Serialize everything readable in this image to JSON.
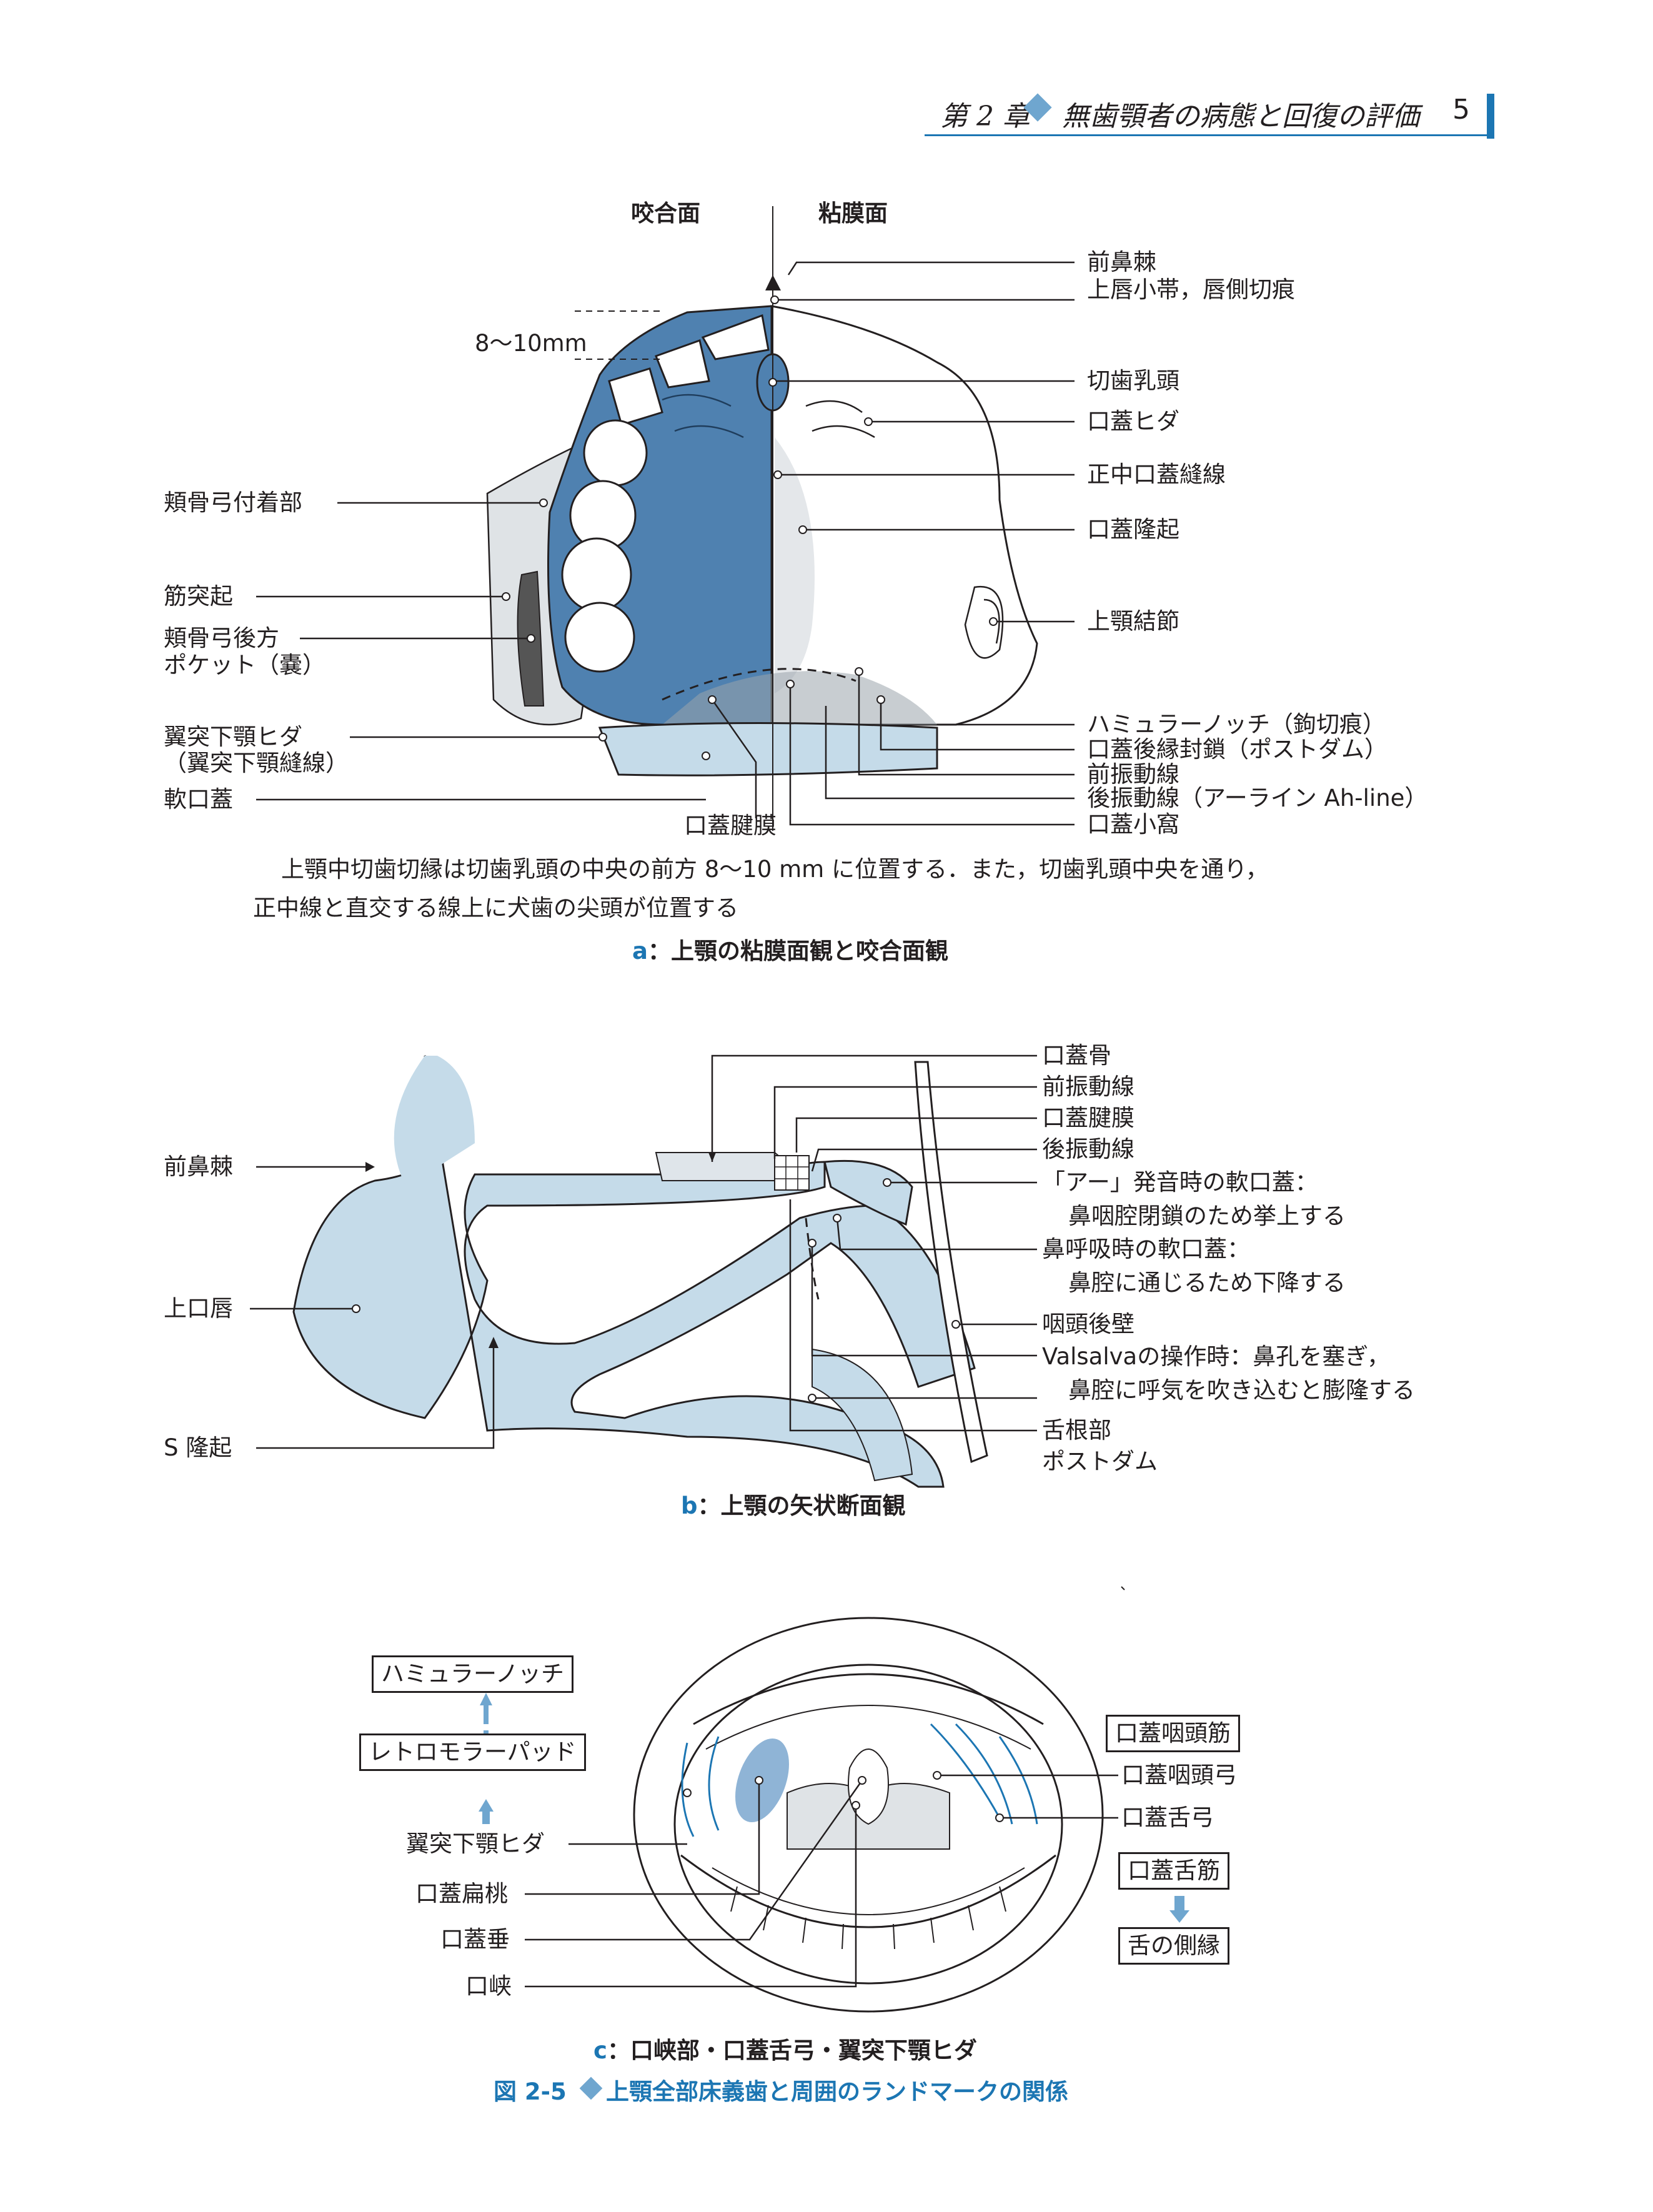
{
  "header": {
    "chapter": "第 2 章",
    "title": "無歯顎者の病態と回復の評価",
    "page": "5"
  },
  "fig_a": {
    "occlusal": "咬合面",
    "mucosal": "粘膜面",
    "dimension": "8〜10mm",
    "labels_right": [
      "前鼻棘",
      "上唇小帯，唇側切痕",
      "切歯乳頭",
      "口蓋ヒダ",
      "正中口蓋縫線",
      "口蓋隆起",
      "上顎結節",
      "ハミュラーノッチ（鉤切痕）",
      "口蓋後縁封鎖（ポストダム）",
      "前振動線",
      "後振動線（アーライン Ah-line）",
      "口蓋小窩"
    ],
    "labels_left": [
      "頬骨弓付着部",
      "筋突起",
      "頬骨弓後方",
      "ポケット（嚢）",
      "翼突下顎ヒダ",
      "（翼突下顎縫線）",
      "軟口蓋"
    ],
    "aponeurosis": "口蓋腱膜",
    "note1": "上顎中切歯切縁は切歯乳頭の中央の前方 8〜10 mm に位置する．また，切歯乳頭中央を通り，",
    "note2": "正中線と直交する線上に犬歯の尖頭が位置する",
    "caption_letter": "a",
    "caption": "：上顎の粘膜面観と咬合面観"
  },
  "fig_b": {
    "labels_right": [
      "口蓋骨",
      "前振動線",
      "口蓋腱膜",
      "後振動線",
      "「アー」発音時の軟口蓋：",
      "鼻咽腔閉鎖のため挙上する",
      "鼻呼吸時の軟口蓋：",
      "鼻腔に通じるため下降する",
      "咽頭後壁",
      "Valsalvaの操作時：鼻孔を塞ぎ，",
      "鼻腔に呼気を吹き込むと膨隆する",
      "舌根部",
      "ポストダム"
    ],
    "labels_left": [
      "前鼻棘",
      "上口唇",
      "S 隆起"
    ],
    "caption_letter": "b",
    "caption": "：上顎の矢状断面観"
  },
  "fig_c": {
    "boxes_left": [
      "ハミュラーノッチ",
      "レトロモラーパッド"
    ],
    "labels_left": [
      "翼突下顎ヒダ",
      "口蓋扁桃",
      "口蓋垂",
      "口峡"
    ],
    "boxes_right": [
      "口蓋咽頭筋",
      "口蓋舌筋",
      "舌の側縁"
    ],
    "labels_right": [
      "口蓋咽頭弓",
      "口蓋舌弓"
    ],
    "caption_letter": "c",
    "caption": "：口峡部・口蓋舌弓・翼突下顎ヒダ"
  },
  "figure_caption": {
    "number": "図 2-5",
    "title": "上顎全部床義歯と周囲のランドマークの関係"
  },
  "colors": {
    "accent": "#1c76b3",
    "mucosa_blue": "#4f81b0",
    "light_blue": "#c5dbe9",
    "gray": "#bfc9d0"
  }
}
